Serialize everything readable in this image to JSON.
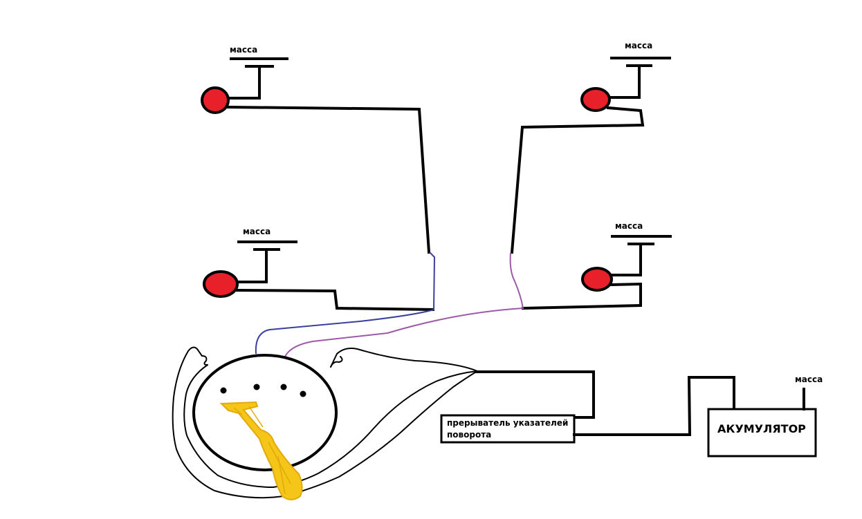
{
  "labels": {
    "ground": "масса",
    "flasher_line1": "прерыватель указателей",
    "flasher_line2": "поворота",
    "battery": "АКУМУЛЯТОР"
  },
  "colors": {
    "lamp": "#e8202a",
    "wire": "#000000",
    "left_signal_wire": "#3a3f9e",
    "right_signal_wire": "#9b5aa8",
    "lever": "#f5c518",
    "background": "#ffffff"
  },
  "icons": {
    "lamp": "red-lamp-icon",
    "ground": "ground-symbol-icon",
    "switch": "turn-signal-switch-icon",
    "lever": "switch-lever-icon"
  }
}
